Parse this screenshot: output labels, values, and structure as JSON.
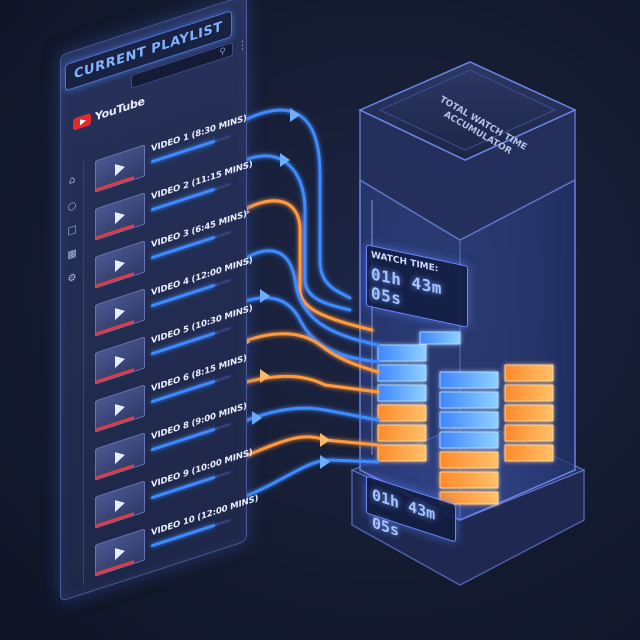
{
  "panel": {
    "title": "Current Playlist",
    "brand": "YouTube",
    "videos": [
      {
        "label": "VIDEO 1 (8:30 MINS)",
        "progress": 0.8
      },
      {
        "label": "VIDEO 2 (11:15 MINS)",
        "progress": 0.8
      },
      {
        "label": "VIDEO 3 (6:45 MINS)",
        "progress": 0.8
      },
      {
        "label": "VIDEO 4 (12:00 MINS)",
        "progress": 0.8
      },
      {
        "label": "VIDEO 5 (10:30 MINS)",
        "progress": 0.8
      },
      {
        "label": "VIDEO 6 (8:15 MINS)",
        "progress": 0.8
      },
      {
        "label": "VIDEO 8 (9:00 MINS)",
        "progress": 0.8
      },
      {
        "label": "VIDEO 9 (10:00 MINS)",
        "progress": 0.8
      },
      {
        "label": "VIDEO 10 (12:00 MINS)",
        "progress": 0.8
      }
    ]
  },
  "accumulator": {
    "lid_label": "Total Watch Time Accumulator",
    "watch_label": "Watch Time:",
    "watch_value": "01h 43m 05s",
    "base_value": "01h 43m 05s"
  },
  "colors": {
    "blue_flow": "#3d8bff",
    "orange_flow": "#ff9a3c",
    "accent": "#6c86ff"
  },
  "icons": [
    "search-icon",
    "kebab-menu-icon",
    "youtube-logo-icon",
    "home-icon",
    "explore-icon",
    "library-icon",
    "history-icon",
    "settings-icon",
    "play-icon"
  ]
}
